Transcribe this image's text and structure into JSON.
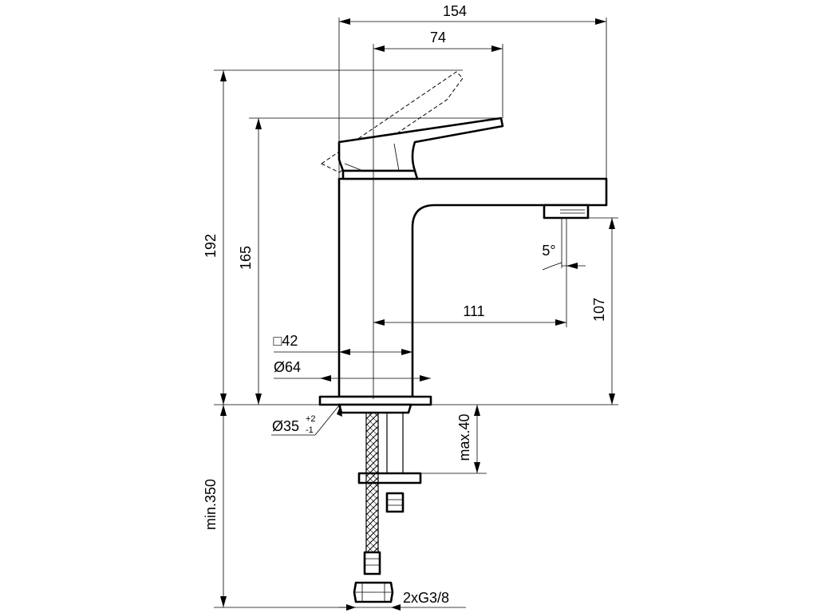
{
  "dimensions": {
    "overall_width": "154",
    "lever_reach": "74",
    "total_height": "192",
    "spout_height": "165",
    "spout_reach": "111",
    "outlet_height": "107",
    "spray_angle": "5°",
    "body_square": "□42",
    "base_diameter": "Ø64",
    "hole_diameter": "Ø35",
    "hole_tolerance_upper": "+2",
    "hole_tolerance_lower": "-1",
    "max_thickness": "max.40",
    "min_hose_length": "min.350",
    "connection": "2xG3/8"
  }
}
